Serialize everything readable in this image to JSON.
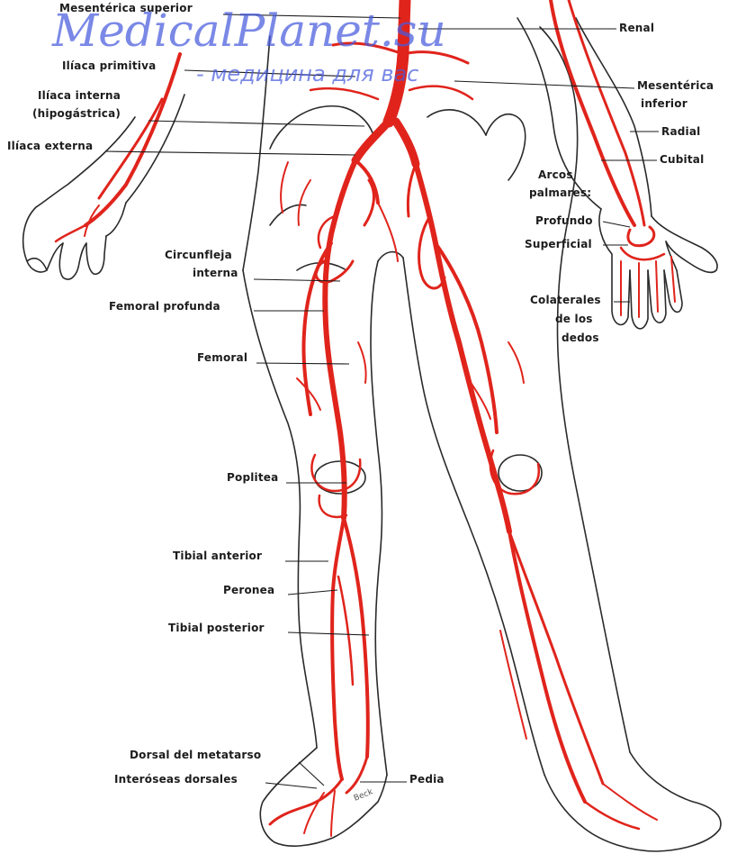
{
  "watermark": {
    "line1": "MedicalPlanet.su",
    "line2": "- медицина для вас"
  },
  "signature": "Beck",
  "labels": {
    "mesenterica_superior": "Mesentérica superior",
    "iliaca_primitiva": "Ilíaca primitiva",
    "iliaca_interna": "Ilíaca interna",
    "hipogastrica": "(hipogástrica)",
    "iliaca_externa": "Ilíaca externa",
    "circunfleja": "Circunfleja",
    "interna": "interna",
    "femoral_profunda": "Femoral profunda",
    "femoral": "Femoral",
    "poplitea": "Poplitea",
    "tibial_anterior": "Tibial anterior",
    "peronea": "Peronea",
    "tibial_posterior": "Tibial posterior",
    "dorsal_metatarso": "Dorsal del metatarso",
    "interoseas_dorsales": "Interóseas dorsales",
    "pedia": "Pedia",
    "renal": "Renal",
    "mesenterica_inferior_1": "Mesentérica",
    "mesenterica_inferior_2": "inferior",
    "radial": "Radial",
    "cubital": "Cubital",
    "arcos": "Arcos",
    "palmares": "palmares:",
    "profundo": "Profundo",
    "superficial": "Superficial",
    "colaterales": "Colaterales",
    "de_los": "de los",
    "dedos": "dedos"
  },
  "colors": {
    "artery": "#e0241c",
    "outline": "#2a2a2a",
    "leader": "#1a1a1a",
    "watermark": "#4a5ad8"
  }
}
